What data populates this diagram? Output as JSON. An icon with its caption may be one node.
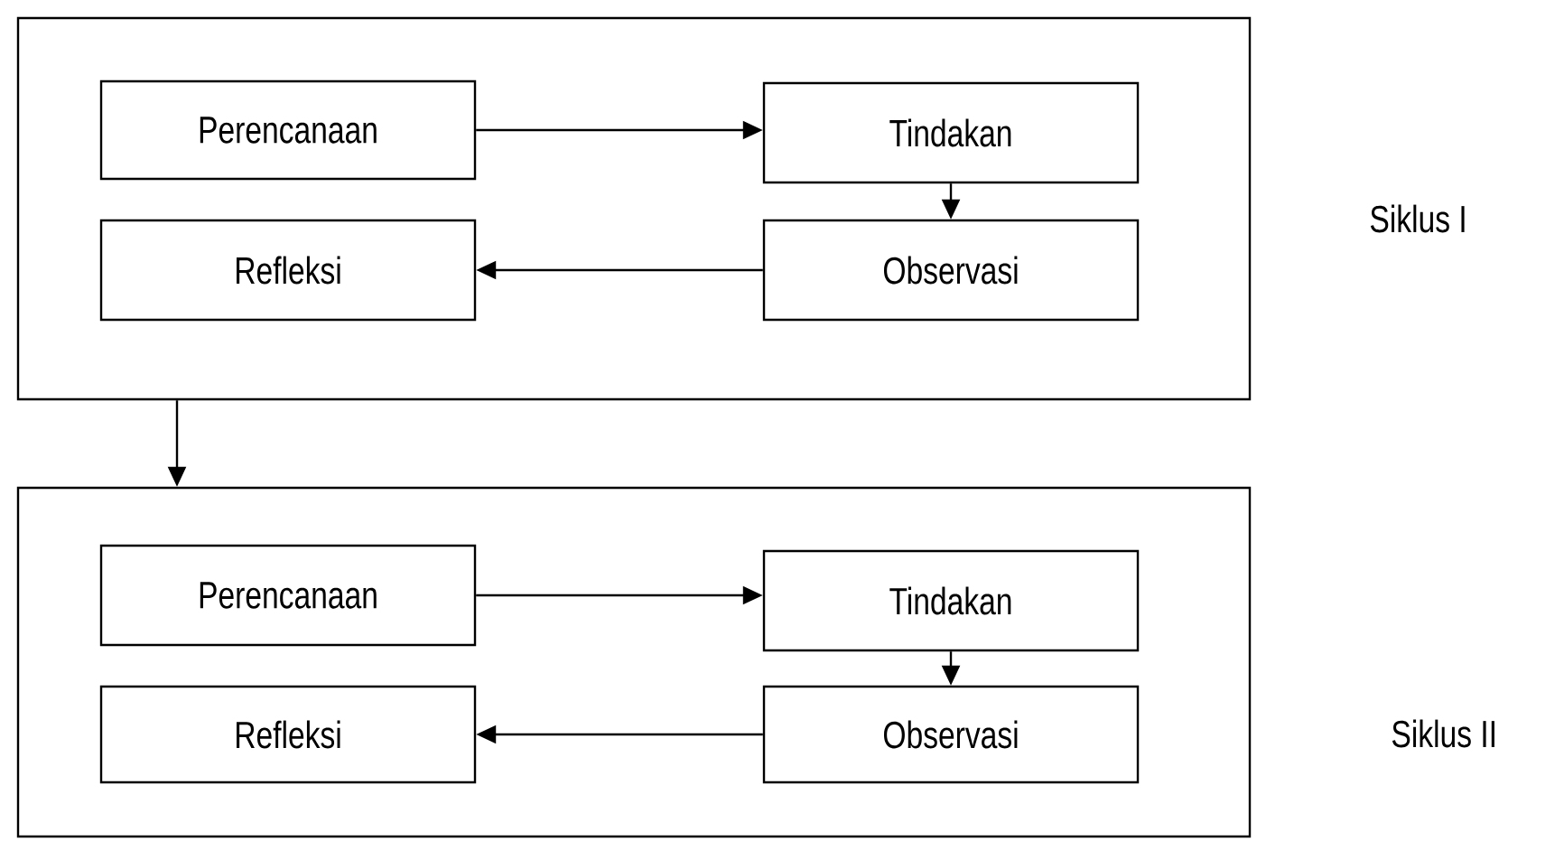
{
  "diagram": {
    "nodes": [
      {
        "text": [],
        "shape": "box",
        "beside": [
          "Siklus I"
        ]
      },
      {
        "text": [
          "Perencanaan"
        ],
        "in": 0
      },
      {
        "text": [
          "Tindakan"
        ],
        "in": 0
      },
      {
        "text": [
          "Refleksi"
        ],
        "in": 0
      },
      {
        "text": [
          "Observasi"
        ],
        "in": 0
      },
      {
        "text": [],
        "shape": "box",
        "beside": [
          "Siklus II"
        ]
      },
      {
        "text": [
          "Perencanaan"
        ],
        "in": 5
      },
      {
        "text": [
          "Tindakan"
        ],
        "in": 5
      },
      {
        "text": [
          "Refleksi"
        ],
        "in": 5
      },
      {
        "text": [
          "Observasi"
        ],
        "in": 5
      }
    ],
    "edges": [
      {
        "from": 1,
        "to": 2,
        "arrow": "to"
      },
      {
        "from": 2,
        "to": 4,
        "arrow": "to"
      },
      {
        "from": 4,
        "to": 3,
        "arrow": "to"
      },
      {
        "from": 0,
        "to": 5,
        "arrow": "to"
      },
      {
        "from": 6,
        "to": 7,
        "arrow": "to"
      },
      {
        "from": 7,
        "to": 9,
        "arrow": "to"
      },
      {
        "from": 9,
        "to": 8,
        "arrow": "to"
      }
    ]
  }
}
